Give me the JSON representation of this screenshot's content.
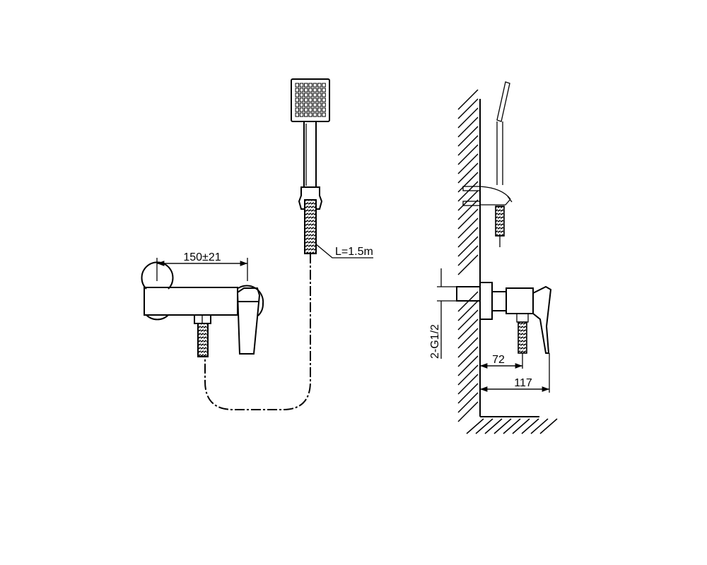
{
  "front_view": {
    "width_dimension": "150±21",
    "hose_length": "L=1.5m"
  },
  "side_view": {
    "inlet_thread": "2-G1/2",
    "outlet_distance": "72",
    "total_depth": "117"
  },
  "colors": {
    "line": "#000000",
    "background": "#ffffff"
  }
}
